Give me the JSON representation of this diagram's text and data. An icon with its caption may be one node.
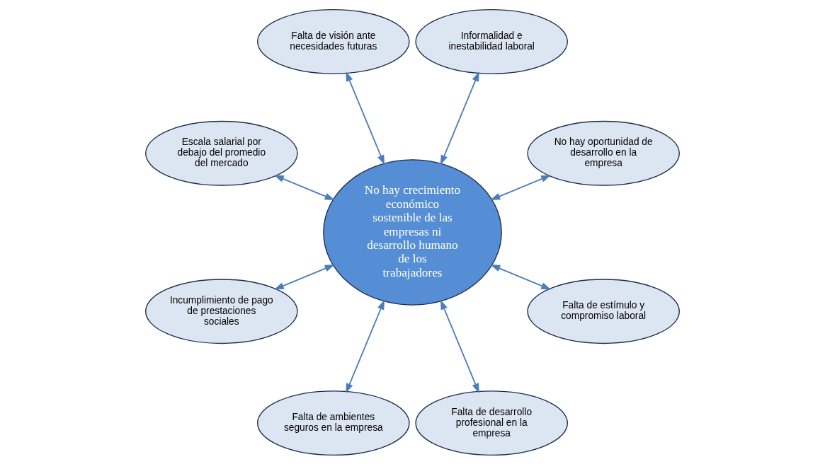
{
  "diagram": {
    "nodes": [
      {
        "text": [
          "No hay oportunidad de desarrollo en la empresa"
        ]
      },
      {
        "text": [
          "Informalidad e inestabilidad laboral"
        ]
      },
      {
        "text": [
          "Falta de visión ante necesidades futuras"
        ]
      },
      {
        "text": [
          "Escala salarial por debajo del promedio del mercado"
        ]
      },
      {
        "text": [
          "No hay crecimiento económico sostenible de las empresas ni desarrollo humano de los trabajadores"
        ]
      },
      {
        "text": [
          "Incumplimiento de pago de prestaciones sociales"
        ]
      },
      {
        "text": [
          "Falta de ambientes seguros en la empresa"
        ]
      },
      {
        "text": [
          "Falta de desarrollo profesional en la empresa"
        ]
      },
      {
        "text": [
          "Falta de estímulo y compromiso laboral"
        ]
      }
    ],
    "edges": [
      {
        "from": 4,
        "to": 0,
        "arrow": "both"
      },
      {
        "from": 4,
        "to": 1,
        "arrow": "both"
      },
      {
        "from": 4,
        "to": 2,
        "arrow": "both"
      },
      {
        "from": 4,
        "to": 3,
        "arrow": "both"
      },
      {
        "from": 4,
        "to": 5,
        "arrow": "both"
      },
      {
        "from": 4,
        "to": 6,
        "arrow": "both"
      },
      {
        "from": 4,
        "to": 7,
        "arrow": "both"
      },
      {
        "from": 4,
        "to": 8,
        "arrow": "both"
      }
    ]
  }
}
